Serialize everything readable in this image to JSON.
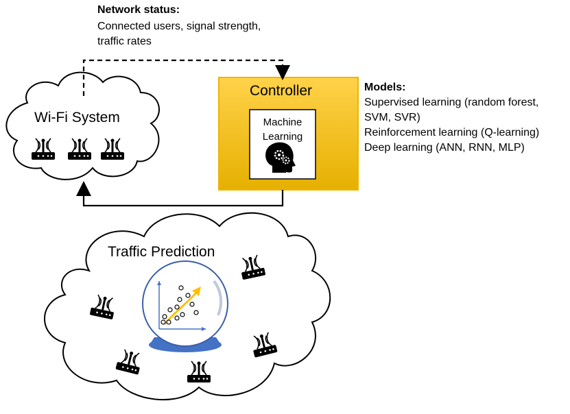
{
  "network_status": {
    "heading": "Network status:",
    "line1": "Connected users, signal strength,",
    "line2": "traffic rates"
  },
  "wifi_system": {
    "label": "Wi-Fi System"
  },
  "controller": {
    "title": "Controller",
    "ml_line1": "Machine",
    "ml_line2": "Learning"
  },
  "models": {
    "heading": "Models:",
    "line1": "Supervised learning (random forest,",
    "line2": "SVM, SVR)",
    "line3": "Reinforcement learning (Q-learning)",
    "line4": "Deep learning (ANN, RNN, MLP)"
  },
  "traffic_prediction": {
    "label": "Traffic Prediction"
  },
  "colors": {
    "controller_top": "#ffd24a",
    "controller_bottom": "#e6b000",
    "controller_border": "#f0b400",
    "globe_stroke": "#3a5fa8",
    "globe_base": "#4472c4",
    "trend_arrow": "#ffc000",
    "plot_axis": "#4472c4"
  },
  "icons": [
    "router-icon",
    "head-gears-icon",
    "crystal-ball-chart-icon"
  ]
}
